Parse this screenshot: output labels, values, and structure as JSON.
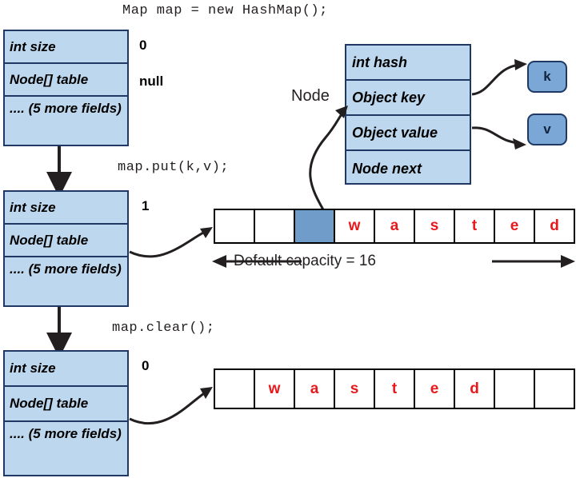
{
  "title_code": "Map map = new HashMap();",
  "steps": [
    {
      "id": "initial",
      "code": "",
      "struct": {
        "rows": [
          "int size",
          "Node[] table",
          ".... (5 more fields)"
        ],
        "values": [
          "0",
          "null"
        ]
      }
    },
    {
      "id": "after-put",
      "code": "map.put(k,v);",
      "struct": {
        "rows": [
          "int size",
          "Node[] table",
          ".... (5 more fields)"
        ],
        "values": [
          "1"
        ]
      }
    },
    {
      "id": "after-clear",
      "code": "map.clear();",
      "struct": {
        "rows": [
          "int size",
          "Node[] table",
          ".... (5 more fields)"
        ],
        "values": [
          "0"
        ]
      }
    }
  ],
  "node": {
    "label": "Node",
    "rows": [
      "int hash",
      "Object key",
      "Object value",
      "Node next"
    ],
    "key_box": "k",
    "value_box": "v"
  },
  "arrays": {
    "after_put": {
      "cells": [
        "",
        "",
        "",
        "w",
        "a",
        "s",
        "t",
        "e",
        "d"
      ],
      "filled_index": 2,
      "caption": "Default capacity = 16"
    },
    "after_clear": {
      "cells": [
        "",
        "w",
        "a",
        "s",
        "t",
        "e",
        "d",
        "",
        ""
      ],
      "filled_index": -1
    }
  },
  "colors": {
    "struct_fill": "#bdd7ee",
    "struct_border": "#1f3864",
    "kv_fill": "#7ba7d7",
    "array_filled": "#6f9cc8",
    "wasted_text": "#e8191c",
    "line": "#231f20"
  }
}
